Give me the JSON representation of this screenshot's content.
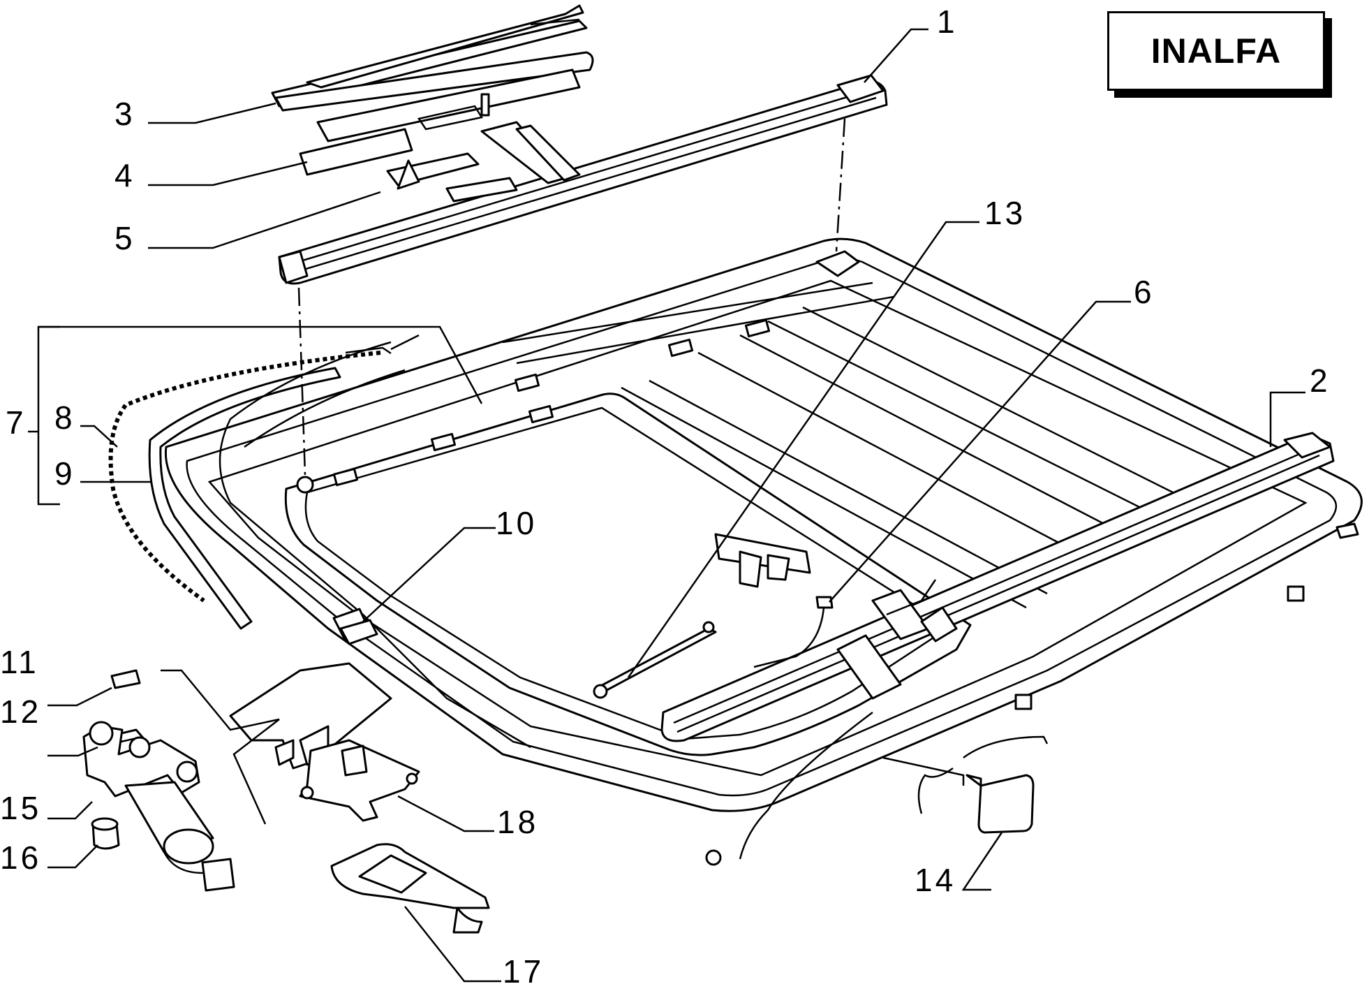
{
  "brand": {
    "label": "INALFA"
  },
  "callouts": [
    {
      "id": "1",
      "text": "1"
    },
    {
      "id": "2",
      "text": "2"
    },
    {
      "id": "3",
      "text": "3"
    },
    {
      "id": "4",
      "text": "4"
    },
    {
      "id": "5",
      "text": "5"
    },
    {
      "id": "6",
      "text": "6"
    },
    {
      "id": "7",
      "text": "7"
    },
    {
      "id": "8",
      "text": "8"
    },
    {
      "id": "9",
      "text": "9"
    },
    {
      "id": "10",
      "text": "10"
    },
    {
      "id": "11",
      "text": "11"
    },
    {
      "id": "12",
      "text": "12"
    },
    {
      "id": "13",
      "text": "13"
    },
    {
      "id": "14",
      "text": "14"
    },
    {
      "id": "15",
      "text": "15"
    },
    {
      "id": "16",
      "text": "16"
    },
    {
      "id": "17",
      "text": "17"
    },
    {
      "id": "18",
      "text": "18"
    }
  ]
}
